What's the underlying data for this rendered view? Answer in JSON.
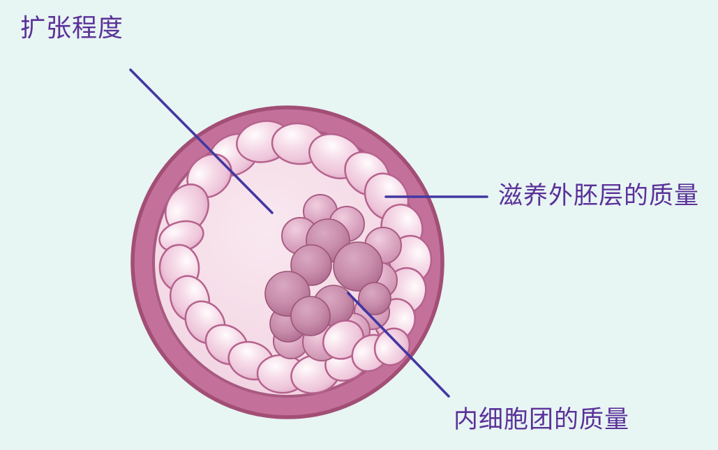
{
  "labels": {
    "expansion": "扩张程度",
    "trophectoderm_quality": "滋养外胚层的质量",
    "inner_cell_mass_quality": "内细胞团的质量"
  },
  "colors": {
    "background": "#e7f5f3",
    "label_text": "#5b3199",
    "pointer_line": "#4337a2",
    "ring_fill": "#c3719b",
    "ring_stroke": "#a24e75",
    "ring_inner_stroke": "#a85a80",
    "cell_light_stroke": "#b5628d",
    "cell_med_stroke": "#aa5c84",
    "cell_dark_stroke": "#9b5377"
  }
}
